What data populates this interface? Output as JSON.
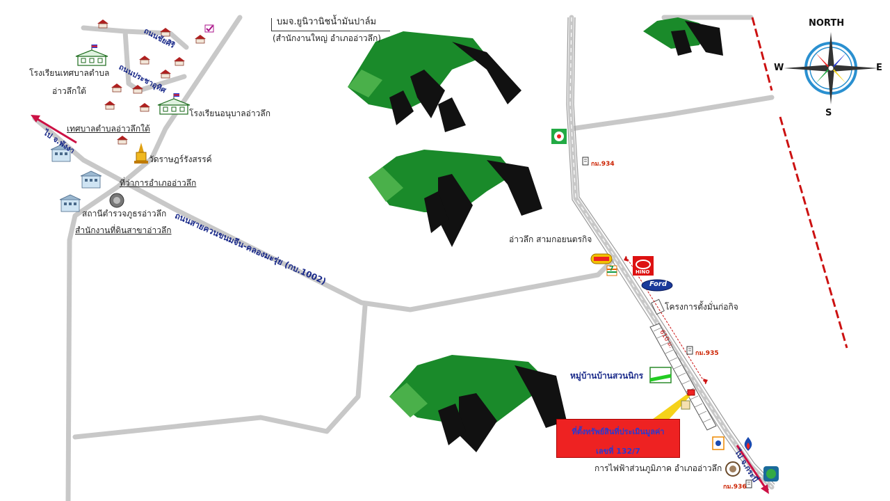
{
  "compass": {
    "north": "NORTH",
    "south": "S",
    "east": "E",
    "west": "W"
  },
  "roads": {
    "chaisiri": "ถนนชัยศิริ",
    "prachautit": "ถนนประชาอุทิศ",
    "main": "ถนนสายควนขนมจีน-คลองมะรุ่ย (กบ.1002)",
    "to_phangnga": "ไป จ.พังงา",
    "to_krabi": "ไป จ.กระบี่"
  },
  "labels": {
    "company": "บมจ.ยูนิวานิชน้ำมันปาล์ม",
    "company_sub": "(สำนักงานใหญ่ อำเภออ่าวลึก)",
    "school_municipal_1": "โรงเรียนเทศบาลตำบล",
    "school_municipal_2": "อ่าวลึกใต้",
    "kindergarten": "โรงเรียนอนุบาลอ่าวลึก",
    "municipality": "เทศบาลตำบลอ่าวลึกใต้",
    "temple": "วัดราษฎร์รังสรรค์",
    "district_office": "ที่ว่าการอำเภออ่าวลึก",
    "police": "สถานีตำรวจภูธรอ่าวลึก",
    "land_office": "สำนักงานที่ดินสาขาอ่าวลึก",
    "samkong": "อ่าวลึก สามกอยนตรกิจ",
    "project": "โครงการตั้งมั่นก่อกิจ",
    "village": "หมู่บ้านบ้านสวนนิกร",
    "electricity": "การไฟฟ้าส่วนภูมิภาค อำเภออ่าวลึก",
    "distance": "610 ม."
  },
  "km_markers": {
    "k934": "กม.934",
    "k935": "กม.935",
    "k936": "กม.936"
  },
  "property_box": {
    "line1": "ที่ตั้งทรัพย์สินที่ประเมินมูลค่า",
    "line2": "เลขที่ 132/7"
  },
  "brands": {
    "hino": "HINO",
    "ford": "Ford",
    "seven": "7"
  },
  "colors": {
    "road": "#c8c8c8",
    "road_edge": "#a0a0a0",
    "tree_green": "#1a8a2a",
    "tree_black": "#111111",
    "highlight": "#ee2222",
    "label_blue": "#1a2a8a",
    "rail_red": "#cc1111"
  }
}
